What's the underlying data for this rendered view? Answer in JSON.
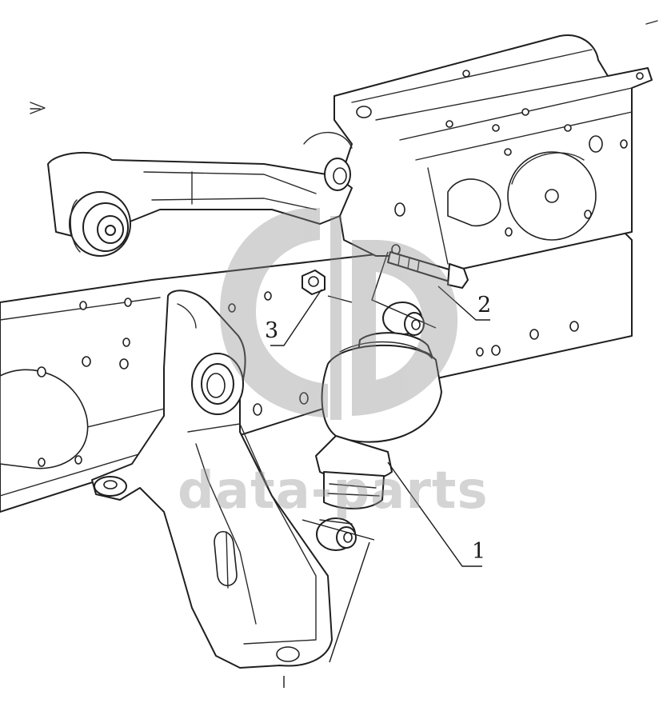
{
  "diagram": {
    "callouts": {
      "c1": "1",
      "c2": "2",
      "c3": "3"
    },
    "watermark": {
      "text": "data-parts",
      "color": "#9a9a9a"
    },
    "line_color": "#1f1f1f",
    "background": "#ffffff"
  }
}
